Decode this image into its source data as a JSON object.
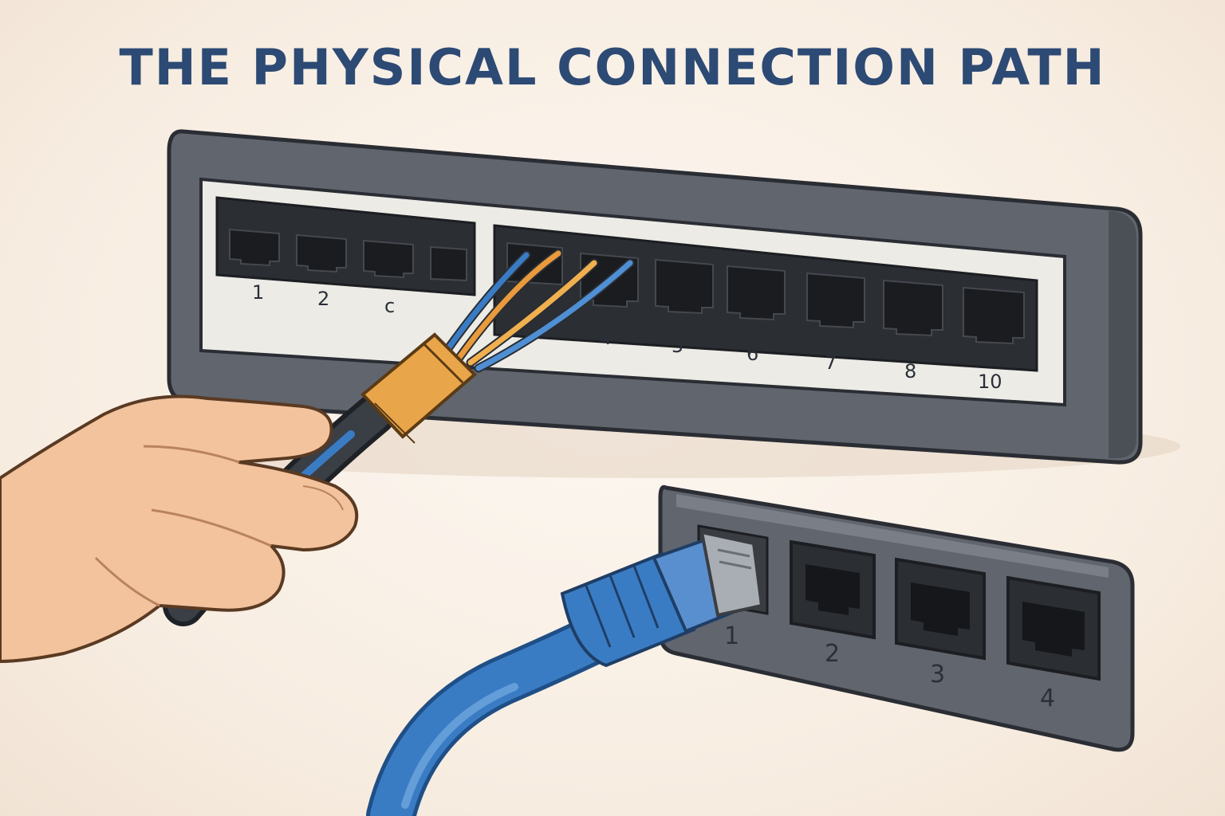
{
  "title": "THE PHYSICAL CONNECTION PATH",
  "top_panel": {
    "left_group_labels": [
      "1",
      "2",
      "c"
    ],
    "right_group_labels": [
      "4",
      "5",
      "6",
      "7",
      "8",
      "10"
    ]
  },
  "bottom_panel": {
    "labels": [
      "1",
      "2",
      "3",
      "4"
    ]
  },
  "colors": {
    "title": "#2c4a74",
    "panel": "#5f636b",
    "port": "#2b2e33",
    "blue_cable": "#3a7cc4",
    "orange_wire": "#e89a3c",
    "skin": "#f3c39d"
  },
  "icons": [
    "hand-icon",
    "ethernet-plug-icon",
    "stripped-cable-icon"
  ]
}
